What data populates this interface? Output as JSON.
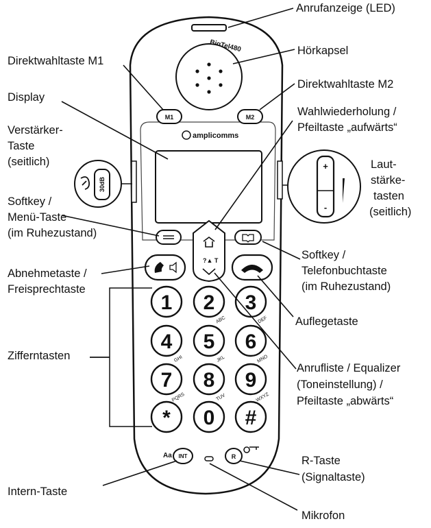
{
  "device": {
    "brand": "amplicomms",
    "model": "BigTel480",
    "m1": "M1",
    "m2": "M2",
    "amp": "30dB",
    "int": "INT",
    "r": "R",
    "aa": "Aa",
    "digits": [
      "1",
      "2",
      "3",
      "4",
      "5",
      "6",
      "7",
      "8",
      "9",
      "*",
      "0",
      "#"
    ],
    "letters": [
      "",
      "ABC",
      "DEF",
      "GHI",
      "JKL",
      "MNO",
      "PQRS",
      "TUV",
      "WXYZ",
      "",
      "",
      ""
    ]
  },
  "labels": {
    "led": "Anrufanzeige (LED)",
    "earpiece": "Hörkapsel",
    "m1": "Direktwahltaste M1",
    "m2": "Direktwahltaste M2",
    "display": "Display",
    "redial_1": "Wahlwiederholung /",
    "redial_2": "Pfeiltaste „aufwärts“",
    "amp_1": "Verstärker-",
    "amp_2": "Taste",
    "amp_3": "(seitlich)",
    "vol_1": "Laut-",
    "vol_2": "stärke-",
    "vol_3": "tasten",
    "vol_4": "(seitlich)",
    "menu_1": "Softkey /",
    "menu_2": "Menü-Taste",
    "menu_3": "(im Ruhezustand)",
    "pb_1": "Softkey /",
    "pb_2": "Telefonbuchtaste",
    "pb_3": "(im Ruhezustand)",
    "pickup_1": "Abnehmetaste /",
    "pickup_2": "Freisprechtaste",
    "hangup": "Auflegetaste",
    "digits": "Zifferntasten",
    "calllist_1": "Anrufliste / Equalizer",
    "calllist_2": "(Toneinstellung) /",
    "calllist_3": "Pfeiltaste „abwärts“",
    "rkey_1": "R-Taste",
    "rkey_2": "(Signaltaste)",
    "intern": "Intern-Taste",
    "mic": "Mikrofon"
  }
}
